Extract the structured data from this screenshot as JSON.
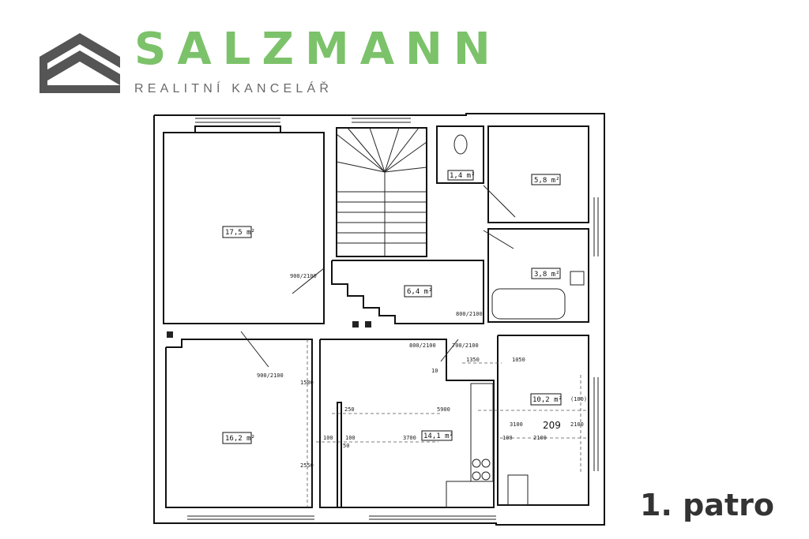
{
  "brand": {
    "name": "SALZMANN",
    "tagline": "REALITNÍ KANCELÁŘ",
    "green": "#7cc26a",
    "gray": "#555555"
  },
  "floor_label": "1. patro",
  "rooms": [
    {
      "label": "17,5 m²"
    },
    {
      "label": "1,4 m²"
    },
    {
      "label": "5,8 m²"
    },
    {
      "label": "3,8 m²"
    },
    {
      "label": "6,4 m²"
    },
    {
      "label": "16,2 m²"
    },
    {
      "label": "14,1 m²"
    },
    {
      "label": "10,2 m²"
    }
  ],
  "room_number": "209",
  "dimensions": [
    "900/2100",
    "800/2100",
    "900/2100",
    "800/2100",
    "700/2100",
    "1500",
    "2550",
    "250",
    "100",
    "100",
    "50",
    "3700",
    "5900",
    "1350",
    "1050",
    "3100",
    "100",
    "2100",
    "2100",
    "(100)",
    "10"
  ]
}
